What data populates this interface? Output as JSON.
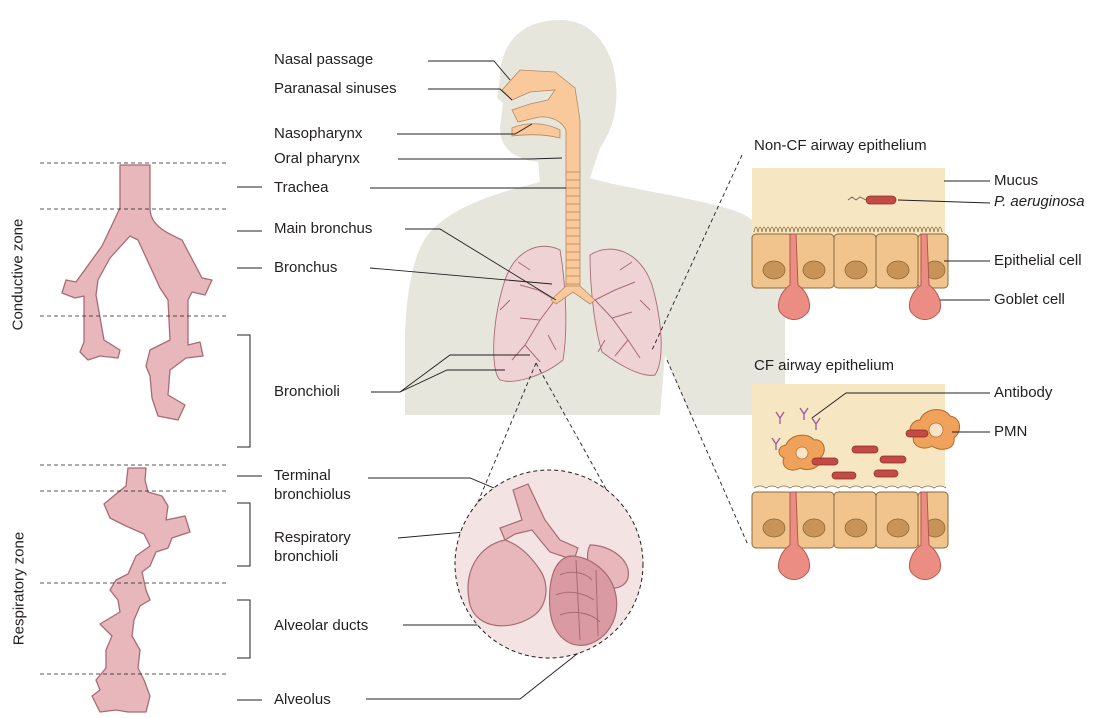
{
  "colors": {
    "airway_pink": "#e7b7bb",
    "airway_outline": "#a86b74",
    "body_gray": "#e6e6dd",
    "upper_airway_orange": "#f9c89b",
    "mucus_tan": "#f6e6c2",
    "cell_orange": "#f1c48d",
    "nucleus": "#c79357",
    "goblet_pink": "#ec8d84",
    "bacterium": "#c24b45",
    "pmn": "#f0a25b",
    "antibody": "#9d5fa0",
    "line": "#231f20"
  },
  "zones": {
    "conductive": "Conductive zone",
    "respiratory": "Respiratory zone"
  },
  "labels": {
    "nasal_passage": "Nasal passage",
    "paranasal_sinuses": "Paranasal sinuses",
    "nasopharynx": "Nasopharynx",
    "oral_pharynx": "Oral pharynx",
    "trachea": "Trachea",
    "main_bronchus": "Main bronchus",
    "bronchus": "Bronchus",
    "bronchioli": "Bronchioli",
    "terminal_bronchiolus_1": "Terminal",
    "terminal_bronchiolus_2": "bronchiolus",
    "respiratory_bronchioli_1": "Respiratory",
    "respiratory_bronchioli_2": "bronchioli",
    "alveolar_ducts": "Alveolar ducts",
    "alveolus": "Alveolus"
  },
  "epithelium": {
    "non_cf_title": "Non-CF airway epithelium",
    "mucus": "Mucus",
    "p_aeruginosa": "P. aeruginosa",
    "epithelial_cell": "Epithelial cell",
    "goblet_cell": "Goblet cell",
    "cf_title": "CF airway epithelium",
    "antibody": "Antibody",
    "pmn": "PMN"
  }
}
